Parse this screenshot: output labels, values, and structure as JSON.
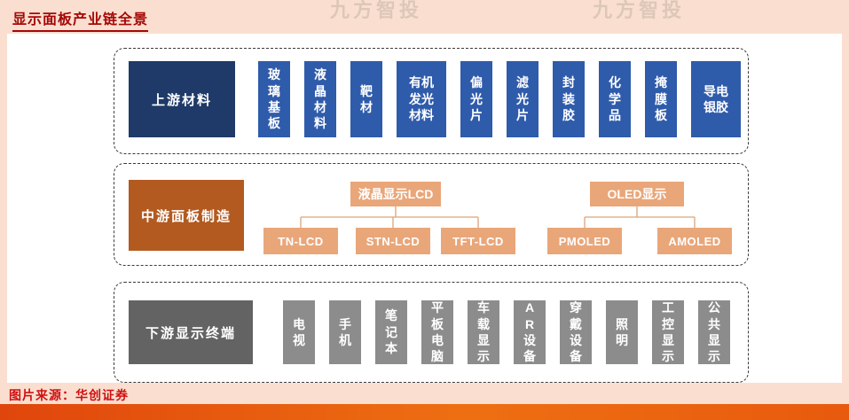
{
  "title": "显示面板产业链全景",
  "watermark": "九方智投",
  "source": "图片来源：华创证券",
  "upstream": {
    "label": "上游材料",
    "items": [
      "玻璃基板",
      "液晶材料",
      "靶材",
      "有机发光材料",
      "偏光片",
      "滤光片",
      "封装胶",
      "化学品",
      "掩膜板",
      "导电银胶"
    ]
  },
  "midstream": {
    "label": "中游面板制造",
    "lcd": {
      "parent": "液晶显示LCD",
      "children": [
        "TN-LCD",
        "STN-LCD",
        "TFT-LCD"
      ]
    },
    "oled": {
      "parent": "OLED显示",
      "children": [
        "PMOLED",
        "AMOLED"
      ]
    }
  },
  "downstream": {
    "label": "下游显示终端",
    "items": [
      "电视",
      "手机",
      "笔记本",
      "平板电脑",
      "车载显示",
      "AR设备",
      "穿戴设备",
      "照明",
      "工控显示",
      "公共显示"
    ]
  },
  "colors": {
    "background": "#fadfd0",
    "title_red": "#a50707",
    "upstream_label": "#1f3a68",
    "upstream_item": "#2f5bab",
    "midstream_label": "#b35a20",
    "midstream_item": "#e9a679",
    "downstream_label": "#636363",
    "downstream_item": "#8c8c8c",
    "footer_bar": "#e8560e"
  }
}
